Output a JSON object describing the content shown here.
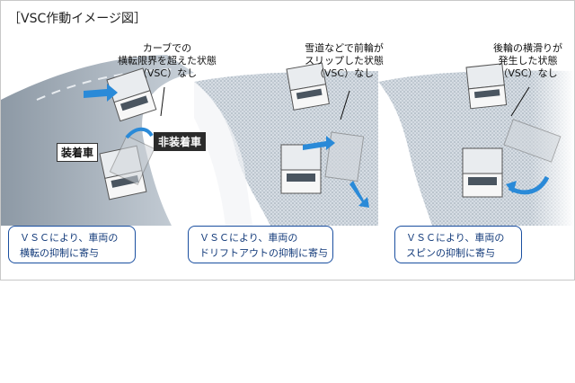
{
  "title": "［VSC作動イメージ図］",
  "panels": [
    {
      "callout": [
        "カーブでの",
        "横転限界を超えた状態",
        "（VSC）なし"
      ],
      "labels": {
        "equipped": "装着車",
        "unequipped": "非装着車"
      },
      "caption": [
        "ＶＳＣにより、車両の",
        "横転の抑制に寄与"
      ]
    },
    {
      "callout": [
        "雪道などで前輪が",
        "スリップした状態",
        "（VSC）なし"
      ],
      "caption": [
        "ＶＳＣにより、車両の",
        "ドリフトアウトの抑制に寄与"
      ]
    },
    {
      "callout": [
        "後輪の横滑りが",
        "発生した状態",
        "（VSC）なし"
      ],
      "caption": [
        "ＶＳＣにより、車両の",
        "スピンの抑制に寄与"
      ]
    }
  ],
  "colors": {
    "accent": "#1a4fa0",
    "arrow": "#2a8ad8",
    "road": "#b9c3cd"
  }
}
